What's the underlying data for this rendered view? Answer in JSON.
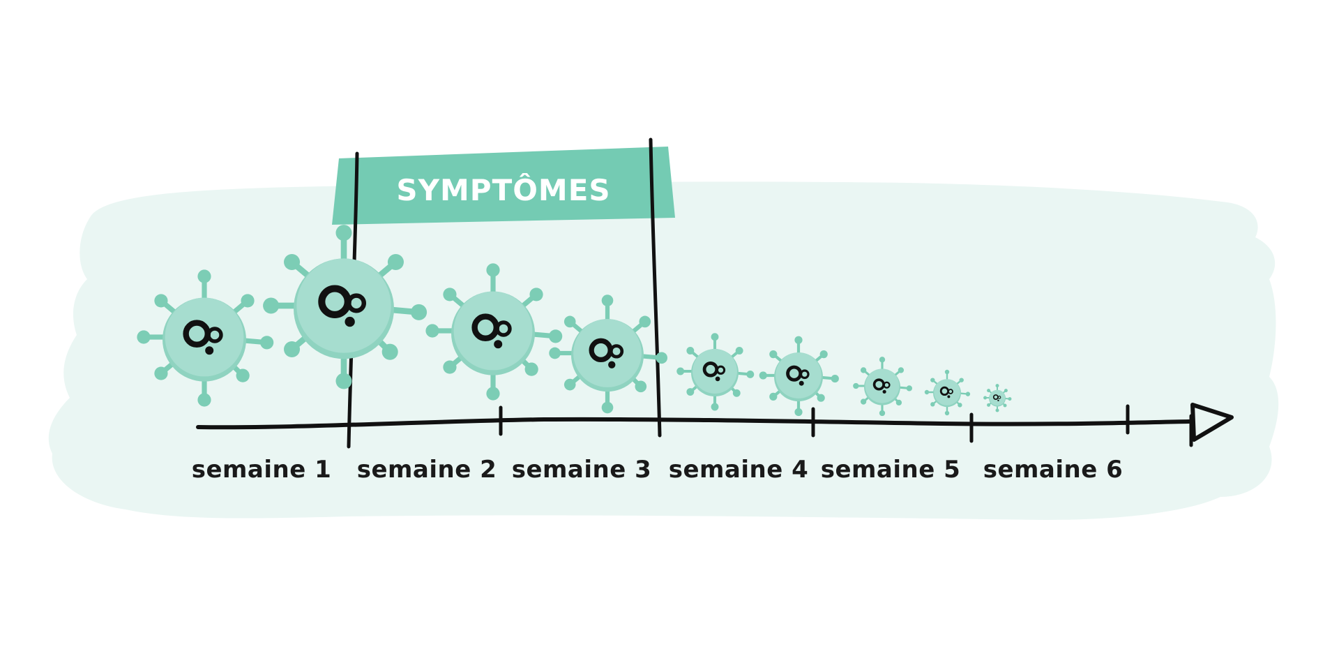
{
  "banner": {
    "label": "SYMPTÔMES"
  },
  "timeline": {
    "weeks": [
      "semaine 1",
      "semaine 2",
      "semaine 3",
      "semaine 4",
      "semaine 5",
      "semaine 6"
    ]
  },
  "colors": {
    "background_wash": "#eaf6f3",
    "banner": "#74cbb3",
    "virus_spikes": "#7ccdb5",
    "virus_body": "#a6ddcf",
    "virus_body_shadow": "#8fd3c0",
    "ink": "#111111"
  },
  "icons": {
    "virus": "virus-icon"
  }
}
